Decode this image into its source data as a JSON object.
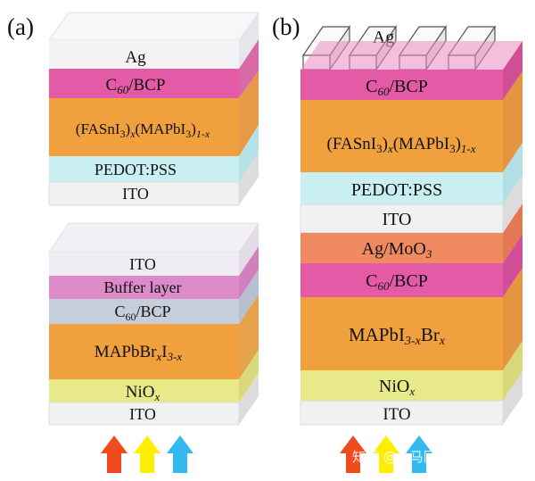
{
  "panels": {
    "a": {
      "label": "(a)"
    },
    "b": {
      "label": "(b)"
    }
  },
  "stack_a_top": [
    {
      "id": "ag",
      "text": "Ag",
      "color": "#f4f4f6"
    },
    {
      "id": "c60",
      "text": "C60/BCP",
      "sub": "60",
      "color": "#e45aa6"
    },
    {
      "id": "perov",
      "text": "(FASnI3)x(MAPbI3)1-x",
      "color": "#f0a03c"
    },
    {
      "id": "pedot",
      "text": "PEDOT:PSS",
      "color": "#c9eff2"
    },
    {
      "id": "ito",
      "text": "ITO",
      "color": "#f1f1f1"
    }
  ],
  "stack_a_bottom": [
    {
      "id": "ito",
      "text": "ITO",
      "color": "#f0eef4"
    },
    {
      "id": "buffer",
      "text": "Buffer layer",
      "color": "#dc8ac8"
    },
    {
      "id": "c60",
      "text": "C60/BCP",
      "color": "#c7cedb"
    },
    {
      "id": "perov",
      "text": "MAPbBrxI3-x",
      "color": "#f0a03c"
    },
    {
      "id": "nio",
      "text": "NiOx",
      "color": "#e8ea8a"
    },
    {
      "id": "ito2",
      "text": "ITO",
      "color": "#f1f1f1"
    }
  ],
  "stack_b": [
    {
      "id": "ag",
      "text": "Ag",
      "color": "#f4f4f6"
    },
    {
      "id": "c60",
      "text": "C60/BCP",
      "color": "#e45aa6"
    },
    {
      "id": "perov",
      "text": "(FASnI3)x(MAPbI3)1-x",
      "color": "#f0a03c"
    },
    {
      "id": "pedot",
      "text": "PEDOT:PSS",
      "color": "#c9eff2"
    },
    {
      "id": "ito",
      "text": "ITO",
      "color": "#f1f1f1"
    },
    {
      "id": "agmoo",
      "text": "Ag/MoO3",
      "color": "#f08a60"
    },
    {
      "id": "c60b",
      "text": "C60/BCP",
      "color": "#e45aa6"
    },
    {
      "id": "perov2",
      "text": "MAPbI3-xBrx",
      "color": "#f0a03c"
    },
    {
      "id": "nio",
      "text": "NiOx",
      "color": "#e8ea8a"
    },
    {
      "id": "ito2",
      "text": "ITO",
      "color": "#f1f1f1"
    }
  ],
  "arrows": [
    {
      "color": "#f04a1e",
      "name": "red"
    },
    {
      "color": "#ffee00",
      "name": "yellow"
    },
    {
      "color": "#33b8f0",
      "name": "blue"
    }
  ],
  "watermark": "知乎 @小马同学friendly"
}
